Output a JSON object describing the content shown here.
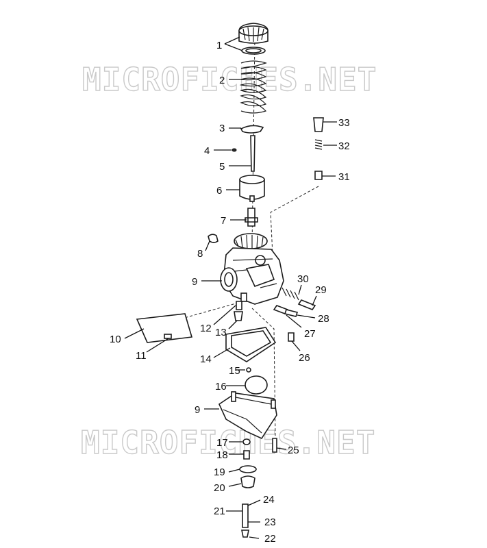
{
  "watermarks": [
    "MICROFICHES.NET",
    "MICROFICHES.NET"
  ],
  "callouts": {
    "c1": "1",
    "c2": "2",
    "c3": "3",
    "c4": "4",
    "c5": "5",
    "c6": "6",
    "c7": "7",
    "c8": "8",
    "c9a": "9",
    "c9b": "9",
    "c10": "10",
    "c11": "11",
    "c12": "12",
    "c13": "13",
    "c14": "14",
    "c15": "15",
    "c16": "16",
    "c17": "17",
    "c18": "18",
    "c19": "19",
    "c20": "20",
    "c21": "21",
    "c22": "22",
    "c23": "23",
    "c24": "24",
    "c25": "25",
    "c26": "26",
    "c27": "27",
    "c28": "28",
    "c29": "29",
    "c30": "30",
    "c31": "31",
    "c32": "32",
    "c33": "33"
  }
}
